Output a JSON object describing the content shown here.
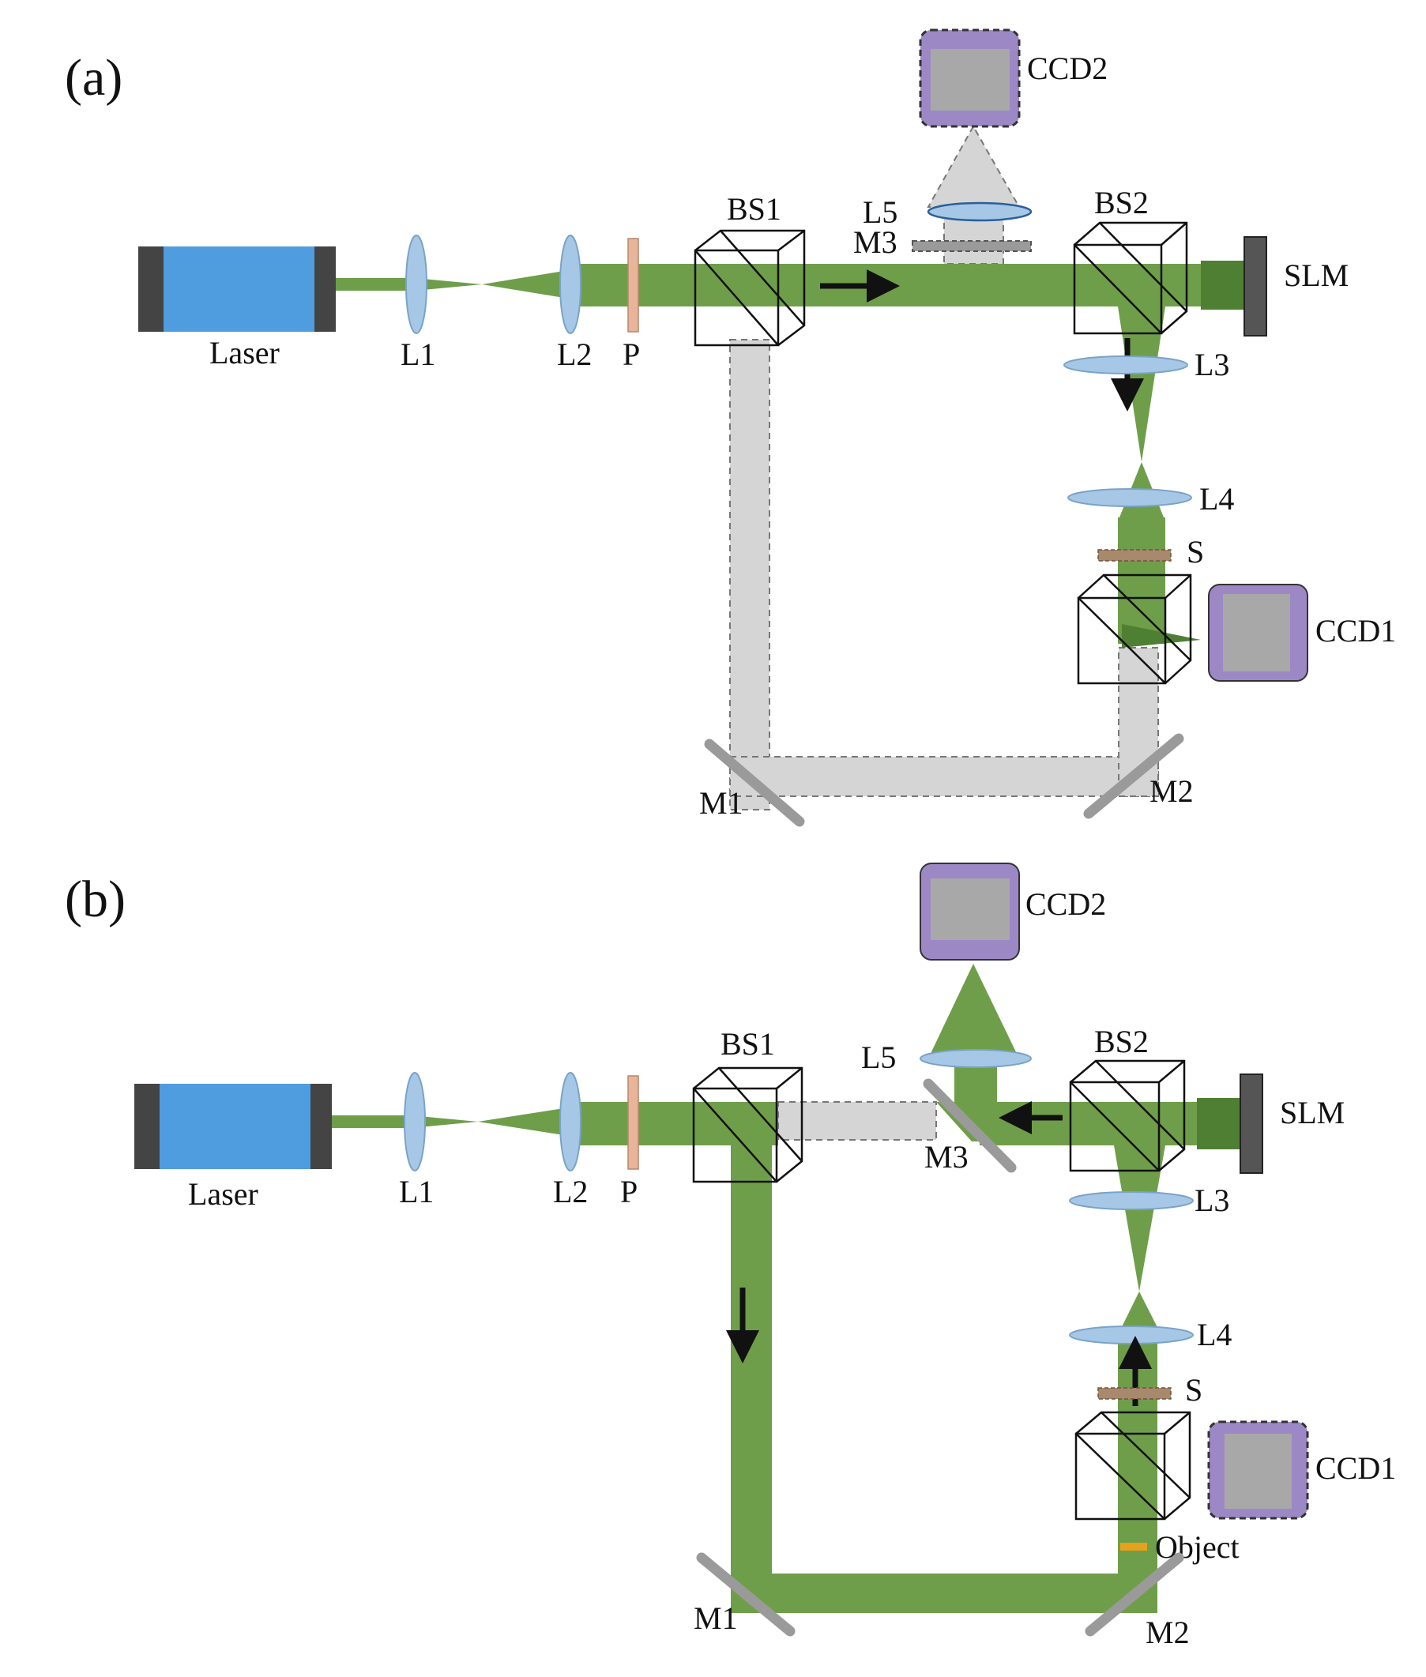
{
  "colors": {
    "beam": "#6f9e4a",
    "beam_dark": "#4f7f33",
    "ref_beam": "#d5d5d5",
    "laser": "#4f9dde",
    "lens": "#a6c8e6",
    "polarizer": "#e8b49a",
    "camera_body": "#9d88c6",
    "camera_screen": "#a8a8a8",
    "mirror": "#9a9a9a",
    "slm": "#555555",
    "object": "#e5a21a"
  },
  "panel_a": {
    "panel_label": "(a)",
    "laser": "Laser",
    "l1": "L1",
    "l2": "L2",
    "polarizer": "P",
    "bs1": "BS1",
    "bs2": "BS2",
    "slm": "SLM",
    "l3": "L3",
    "l4": "L4",
    "l5": "L5",
    "m3": "M3",
    "sample": "S",
    "ccd1": "CCD1",
    "ccd2": "CCD2",
    "m1": "M1",
    "m2": "M2"
  },
  "panel_b": {
    "panel_label": "(b)",
    "laser": "Laser",
    "l1": "L1",
    "l2": "L2",
    "polarizer": "P",
    "bs1": "BS1",
    "bs2": "BS2",
    "slm": "SLM",
    "l3": "L3",
    "l4": "L4",
    "l5": "L5",
    "m3": "M3",
    "sample": "S",
    "ccd1": "CCD1",
    "ccd2": "CCD2",
    "m1": "M1",
    "m2": "M2",
    "object": "Object"
  }
}
